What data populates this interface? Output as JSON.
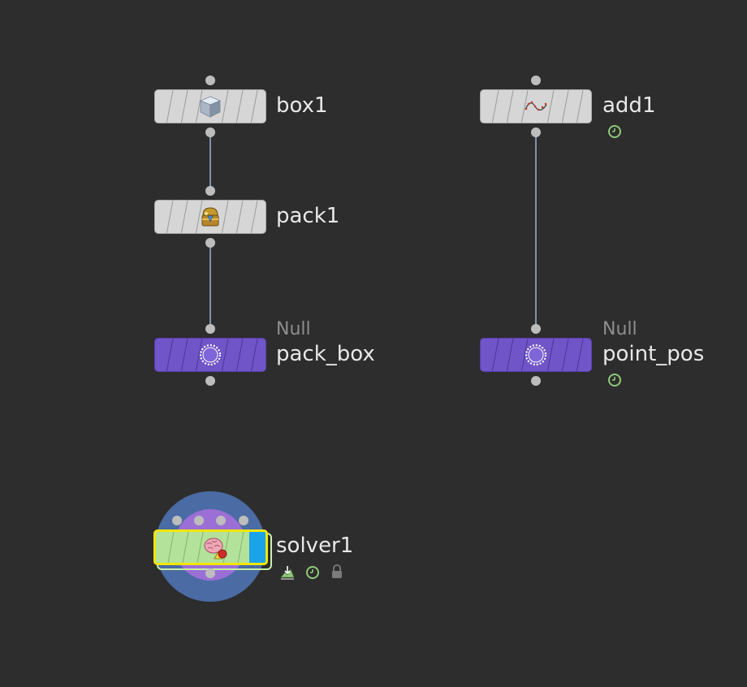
{
  "network": {
    "nodes": {
      "box1": {
        "name": "box1",
        "icon": "cube-icon"
      },
      "add1": {
        "name": "add1",
        "icon": "curve-points-icon"
      },
      "pack1": {
        "name": "pack1",
        "icon": "treasure-chest-icon"
      },
      "pack_box": {
        "name": "pack_box",
        "type": "Null",
        "icon": "null-burst-icon"
      },
      "point_pos": {
        "name": "point_pos",
        "type": "Null",
        "icon": "null-burst-icon"
      },
      "solver1": {
        "name": "solver1",
        "icon": "brain-solver-icon"
      }
    },
    "colors": {
      "background": "#2d2d2d",
      "default_node": "#d6d6d6",
      "null_node": "#6f55c8",
      "solver_node": "#b3e29a",
      "selection_outline": "#f2e60a",
      "wire": "#7f93aa",
      "time_dependent_badge": "#8fc87a",
      "solver_ring_outer": "#4a6ba3",
      "solver_ring_inner": "#9b6fd6"
    }
  }
}
